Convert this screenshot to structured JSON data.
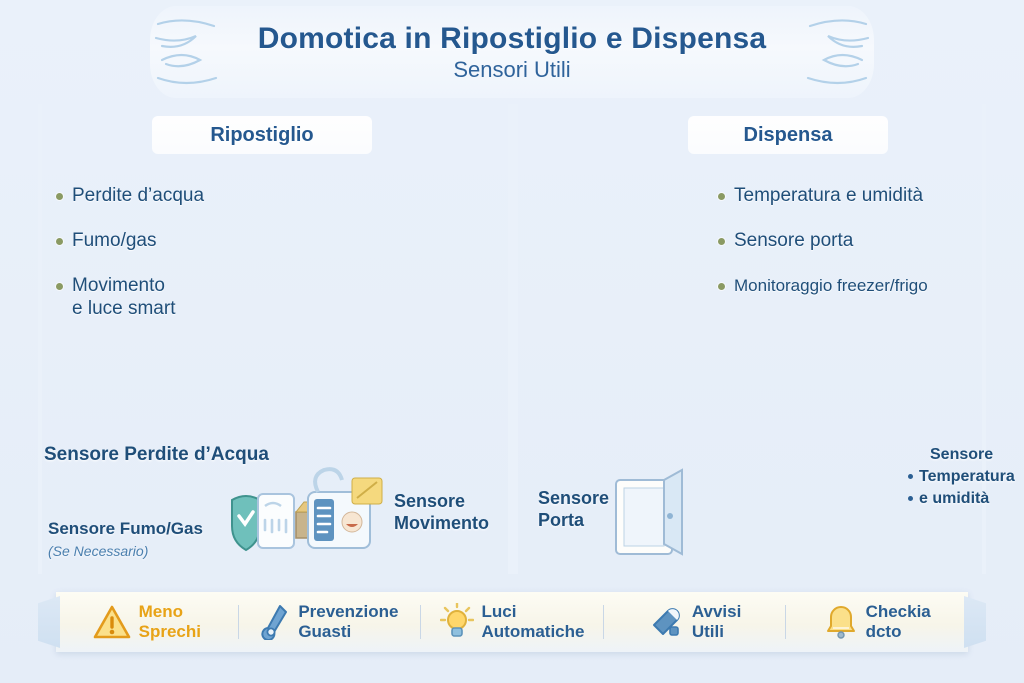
{
  "theme": {
    "background": "#e8eff9",
    "title_color": "#25588f",
    "body_text_color": "#1f4e79",
    "bullet_dot_color": "#8a9a63",
    "accent_orange": "#e8a317",
    "accent_blue": "#2b5f93",
    "footer_bg": "#fdfcf4"
  },
  "title": {
    "main": "Domotica in Ripostiglio e Dispensa",
    "subtitle": "Sensori Utili"
  },
  "panels": [
    {
      "id": "ripostiglio",
      "header": "Ripostiglio",
      "bullets": [
        "Perdite d’acqua",
        "Fumo/gas",
        "Movimento\ne luce smart"
      ]
    },
    {
      "id": "dispensa",
      "header": "Dispensa",
      "bullets": [
        "Temperatura e umidità",
        "Sensore porta",
        "Monitoraggio freezer/frigo"
      ]
    }
  ],
  "captions": {
    "water": "Sensore Perdite d’Acqua",
    "smoke_main": "Sensore Fumo/Gas",
    "smoke_sub": "(Se Necessario)",
    "motion_line1": "Sensore",
    "motion_line2": "Movimento",
    "door_line1": "Sensore",
    "door_line2": "Porta",
    "temp_line1": "Sensore",
    "temp_line2": "Temperatura",
    "temp_line3": "e umidità"
  },
  "footer": {
    "items": [
      {
        "icon": "warning-triangle-icon",
        "label": "Meno\nSprechi",
        "color": "orange"
      },
      {
        "icon": "wrench-icon",
        "label": "Prevenzione\nGuasti",
        "color": "blue"
      },
      {
        "icon": "lightbulb-icon",
        "label": "Luci\nAutomatiche",
        "color": "blue"
      },
      {
        "icon": "tag-icon",
        "label": "Avvisi\nUtili",
        "color": "blue"
      },
      {
        "icon": "bell-icon",
        "label": "Checkia\ndcto",
        "color": "blue"
      }
    ]
  },
  "scene_left": {
    "description": "Illustrazione ripostiglio/lavanderia",
    "objects": [
      "sprinkler-icon",
      "smoke-detector-icon",
      "shelf-icon",
      "plant-icon",
      "lamp-icon",
      "washing-machine-icon",
      "broom-icon",
      "bucket-icon",
      "water-leak-sensor-icon",
      "control-panel-icon",
      "bottles-icon"
    ]
  },
  "scene_right": {
    "description": "Illustrazione dispensa",
    "objects": [
      "wooden-door-icon",
      "door-sensor-icon",
      "pantry-shelf-icon",
      "jars-icon",
      "washing-machine-icon",
      "temperature-sensor-icon",
      "light-switch-icon",
      "router-icon",
      "lightbulb-icon",
      "phone-icon",
      "tablet-icon"
    ]
  }
}
